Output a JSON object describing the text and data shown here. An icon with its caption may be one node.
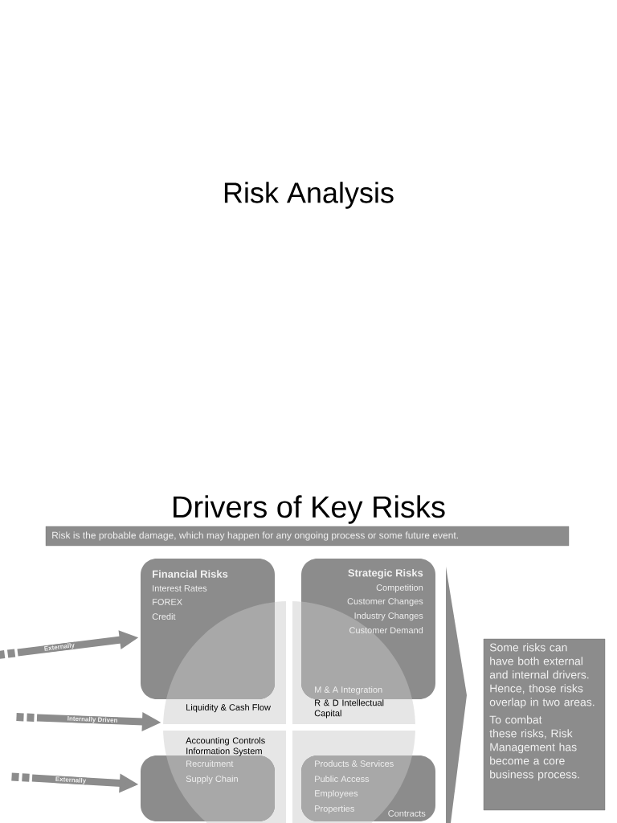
{
  "diagram": {
    "title": "Drivers of Key Risks",
    "nodes": [
      {
        "text": [
          "Risk is the probable damage, which may happen for any ongoing process or some future event."
        ]
      },
      {
        "text": [
          "Financial Risks",
          "Interest Rates",
          "FOREX",
          "Credit"
        ]
      },
      {
        "text": [
          "Strategic Risks",
          "Competition",
          "Customer Changes",
          "Industry Changes",
          "Customer Demand",
          "M & A Integration"
        ]
      },
      {
        "text": [
          "Liquidity & Cash Flow",
          "Accounting Controls Information System",
          "R & D Intellectual Capital"
        ]
      },
      {
        "text": [
          "Recruitment",
          "Supply Chain"
        ]
      },
      {
        "text": [
          "Products & Services",
          "Public Access",
          "Employees",
          "Properties",
          "Contracts"
        ]
      },
      {
        "text": [
          "Some risks can have both external and internal drivers. Hence, those risks overlap in two areas.",
          "To combat these risks, Risk Management has become a core business process."
        ]
      },
      {
        "text": [],
        "shape": "chevron"
      }
    ],
    "edges": [
      {
        "from": null,
        "to": 1,
        "arrow": "to",
        "label": "Externally"
      },
      {
        "from": null,
        "to": 3,
        "arrow": "to",
        "label": "Internally Driven"
      },
      {
        "from": null,
        "to": 4,
        "arrow": "to",
        "label": "Externally"
      }
    ],
    "labels": [
      "Risk Analysis"
    ]
  }
}
